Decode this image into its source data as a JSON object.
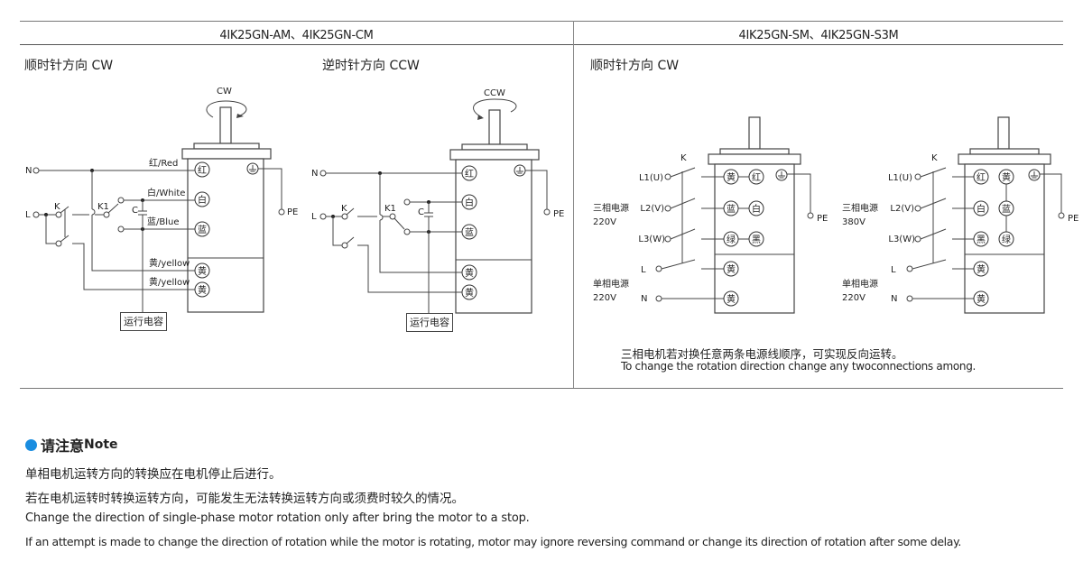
{
  "header": {
    "left_title": "4IK25GN-AM、4IK25GN-CM",
    "right_title": "4IK25GN-SM、4IK25GN-S3M"
  },
  "direction_labels": {
    "left_cw": "顺时针方向 CW",
    "left_ccw": "逆时针方向 CCW",
    "right_cw": "顺时针方向 CW"
  },
  "single_phase_cw": {
    "rotation": "CW",
    "supply": [
      "N",
      "L"
    ],
    "switches": [
      "K",
      "K1"
    ],
    "capacitor": "C",
    "pe": "PE",
    "wire_labels": [
      "红/Red",
      "白/White",
      "蓝/Blue",
      "黄/yellow",
      "黄/yellow"
    ],
    "terminals": [
      "红",
      "白",
      "蓝",
      "黄",
      "黄"
    ],
    "ground_symbol": "⏚",
    "capacitor_box": "运行电容"
  },
  "single_phase_ccw": {
    "rotation": "CCW",
    "supply": [
      "N",
      "L"
    ],
    "switches": [
      "K",
      "K1"
    ],
    "capacitor": "C",
    "pe": "PE",
    "terminals": [
      "红",
      "白",
      "蓝",
      "黄",
      "黄"
    ],
    "ground_symbol": "⏚",
    "capacitor_box": "运行电容"
  },
  "three_phase_220": {
    "switch": "K",
    "inputs": [
      "L1(U)",
      "L2(V)",
      "L3(W)",
      "L",
      "N"
    ],
    "three_phase_label": "三相电源",
    "three_phase_voltage": "220V",
    "single_phase_label": "单相电源",
    "single_phase_voltage": "220V",
    "terminal_pairs": [
      [
        "黄",
        "红"
      ],
      [
        "蓝",
        "白"
      ],
      [
        "绿",
        "黑"
      ]
    ],
    "brake_terminals": [
      "黄",
      "黄"
    ],
    "pe": "PE"
  },
  "three_phase_380": {
    "switch": "K",
    "inputs": [
      "L1(U)",
      "L2(V)",
      "L3(W)",
      "L",
      "N"
    ],
    "three_phase_label": "三相电源",
    "three_phase_voltage": "380V",
    "single_phase_label": "单相电源",
    "single_phase_voltage": "220V",
    "terminal_pairs": [
      [
        "红",
        "黄"
      ],
      [
        "白",
        "蓝"
      ],
      [
        "黑",
        "绿"
      ]
    ],
    "brake_terminals": [
      "黄",
      "黄"
    ],
    "pe": "PE"
  },
  "three_phase_note": {
    "zh": "三相电机若对换任意两条电源线顺序，可实现反向运转。",
    "en": "To change the rotation direction change any twoconnections among."
  },
  "note": {
    "title_zh": "请注意",
    "title_en": "Note",
    "bullet_color": "#1a8de0",
    "lines": [
      "单相电机运转方向的转换应在电机停止后进行。",
      "若在电机运转时转换运转方向，可能发生无法转换运转方向或须费时较久的情况。",
      "Change the direction of single-phase motor rotation only after bring the motor to a stop.",
      "If an attempt is made to change the direction of rotation while the motor is rotating, motor may ignore reversing command or change its direction of rotation after some delay."
    ]
  }
}
